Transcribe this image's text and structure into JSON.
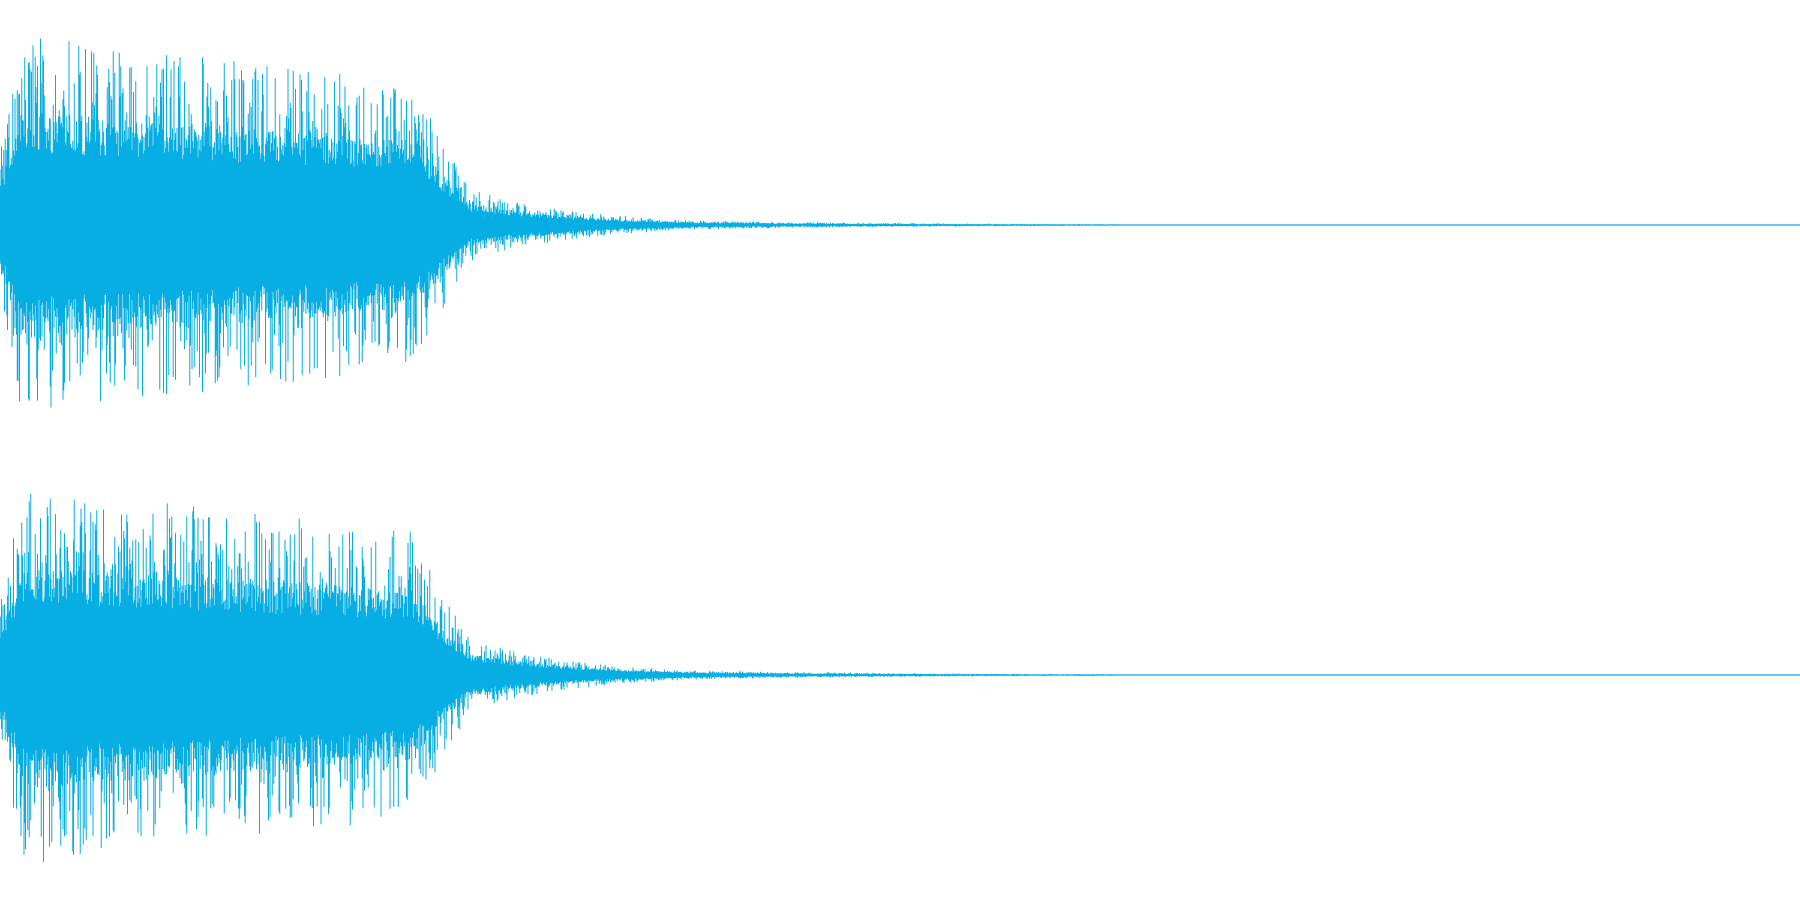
{
  "waveform": {
    "color": "#06aee4",
    "background": "#ffffff",
    "channel_count": 2,
    "channels": [
      {
        "channel": "left"
      },
      {
        "channel": "right"
      }
    ]
  }
}
